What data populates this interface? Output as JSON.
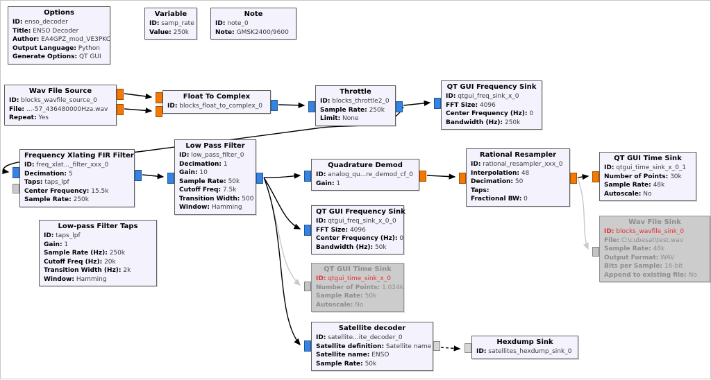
{
  "app": {
    "name": "GNU Radio Companion flowgraph canvas"
  },
  "colors": {
    "port_complex": "#3584e4",
    "port_float": "#f57900",
    "port_message": "#d6d6d6",
    "wire": "#000000",
    "wire_disabled": "#c9c9c9",
    "block_bg": "#f4f2fc",
    "block_border": "#5f5f5f",
    "disabled_bg": "#cccccc",
    "error_id": "#e03131"
  },
  "blocks": [
    {
      "title": "Options",
      "params": [
        {
          "k": "ID:",
          "v": "enso_decoder"
        },
        {
          "k": "Title:",
          "v": "ENSO Decoder"
        },
        {
          "k": "Author:",
          "v": "EA4GPZ_mod_VE3PKC"
        },
        {
          "k": "Output Language:",
          "v": "Python"
        },
        {
          "k": "Generate Options:",
          "v": "QT GUI"
        }
      ]
    },
    {
      "title": "Variable",
      "params": [
        {
          "k": "ID:",
          "v": "samp_rate"
        },
        {
          "k": "Value:",
          "v": "250k"
        }
      ]
    },
    {
      "title": "Note",
      "params": [
        {
          "k": "ID:",
          "v": "note_0"
        },
        {
          "k": "Note:",
          "v": "GMSK2400/9600"
        }
      ]
    },
    {
      "title": "Wav File Source",
      "params": [
        {
          "k": "ID:",
          "v": "blocks_wavfile_source_0"
        },
        {
          "k": "File:",
          "v": "...-57_436480000Hza.wav"
        },
        {
          "k": "Repeat:",
          "v": "Yes"
        }
      ]
    },
    {
      "title": "Float To Complex",
      "params": [
        {
          "k": "ID:",
          "v": "blocks_float_to_complex_0"
        }
      ]
    },
    {
      "title": "Throttle",
      "params": [
        {
          "k": "ID:",
          "v": "blocks_throttle2_0"
        },
        {
          "k": "Sample Rate:",
          "v": "250k"
        },
        {
          "k": "Limit:",
          "v": "None"
        }
      ]
    },
    {
      "title": "QT GUI Frequency Sink",
      "params": [
        {
          "k": "ID:",
          "v": "qtgui_freq_sink_x_0"
        },
        {
          "k": "FFT Size:",
          "v": "4096"
        },
        {
          "k": "Center Frequency (Hz):",
          "v": "0"
        },
        {
          "k": "Bandwidth (Hz):",
          "v": "250k"
        }
      ]
    },
    {
      "title": "Frequency Xlating FIR Filter",
      "params": [
        {
          "k": "ID:",
          "v": "freq_xlat..._filter_xxx_0"
        },
        {
          "k": "Decimation:",
          "v": "5"
        },
        {
          "k": "Taps:",
          "v": "taps_lpf"
        },
        {
          "k": "Center Frequency:",
          "v": "15.5k"
        },
        {
          "k": "Sample Rate:",
          "v": "250k"
        }
      ]
    },
    {
      "title": "Low Pass Filter",
      "params": [
        {
          "k": "ID:",
          "v": "low_pass_filter_0"
        },
        {
          "k": "Decimation:",
          "v": "1"
        },
        {
          "k": "Gain:",
          "v": "10"
        },
        {
          "k": "Sample Rate:",
          "v": "50k"
        },
        {
          "k": "Cutoff Freq:",
          "v": "7.5k"
        },
        {
          "k": "Transition Width:",
          "v": "500"
        },
        {
          "k": "Window:",
          "v": "Hamming"
        }
      ]
    },
    {
      "title": "Low-pass Filter Taps",
      "params": [
        {
          "k": "ID:",
          "v": "taps_lpf"
        },
        {
          "k": "Gain:",
          "v": "1"
        },
        {
          "k": "Sample Rate (Hz):",
          "v": "250k"
        },
        {
          "k": "Cutoff Freq (Hz):",
          "v": "20k"
        },
        {
          "k": "Transition Width (Hz):",
          "v": "2k"
        },
        {
          "k": "Window:",
          "v": "Hamming"
        }
      ]
    },
    {
      "title": "Quadrature Demod",
      "params": [
        {
          "k": "ID:",
          "v": "analog_qu...re_demod_cf_0"
        },
        {
          "k": "Gain:",
          "v": "1"
        }
      ]
    },
    {
      "title": "QT GUI Frequency Sink",
      "params": [
        {
          "k": "ID:",
          "v": "qtgui_freq_sink_x_0_0"
        },
        {
          "k": "FFT Size:",
          "v": "4096"
        },
        {
          "k": "Center Frequency (Hz):",
          "v": "0"
        },
        {
          "k": "Bandwidth (Hz):",
          "v": "50k"
        }
      ]
    },
    {
      "title": "QT GUI Time Sink",
      "disabled": true,
      "params": [
        {
          "k": "ID:",
          "v": "qtgui_time_sink_x_0"
        },
        {
          "k": "Number of Points:",
          "v": "1.024k"
        },
        {
          "k": "Sample Rate:",
          "v": "50k"
        },
        {
          "k": "Autoscale:",
          "v": "No"
        }
      ]
    },
    {
      "title": "Satellite decoder",
      "params": [
        {
          "k": "ID:",
          "v": "satellite...ite_decoder_0"
        },
        {
          "k": "Satellite definition:",
          "v": "Satellite name"
        },
        {
          "k": "Satellite name:",
          "v": "ENSO"
        },
        {
          "k": "Sample Rate:",
          "v": "50k"
        }
      ]
    },
    {
      "title": "Rational Resampler",
      "params": [
        {
          "k": "ID:",
          "v": "rational_resampler_xxx_0"
        },
        {
          "k": "Interpolation:",
          "v": "48"
        },
        {
          "k": "Decimation:",
          "v": "50"
        },
        {
          "k": "Taps:",
          "v": ""
        },
        {
          "k": "Fractional BW:",
          "v": "0"
        }
      ]
    },
    {
      "title": "QT GUI Time Sink",
      "params": [
        {
          "k": "ID:",
          "v": "qtgui_time_sink_x_0_1"
        },
        {
          "k": "Number of Points:",
          "v": "30k"
        },
        {
          "k": "Sample Rate:",
          "v": "48k"
        },
        {
          "k": "Autoscale:",
          "v": "No"
        }
      ]
    },
    {
      "title": "Wav File Sink",
      "disabled": true,
      "params": [
        {
          "k": "ID:",
          "v": "blocks_wavfile_sink_0"
        },
        {
          "k": "File:",
          "v": "C:\\cubesat\\test.wav"
        },
        {
          "k": "Sample Rate:",
          "v": "48k"
        },
        {
          "k": "Output Format:",
          "v": "WAV"
        },
        {
          "k": "Bits per Sample:",
          "v": "16-bit"
        },
        {
          "k": "Append to existing file:",
          "v": "No"
        }
      ]
    },
    {
      "title": "Hexdump Sink",
      "params": [
        {
          "k": "ID:",
          "v": "satellites_hexdump_sink_0"
        }
      ]
    }
  ]
}
